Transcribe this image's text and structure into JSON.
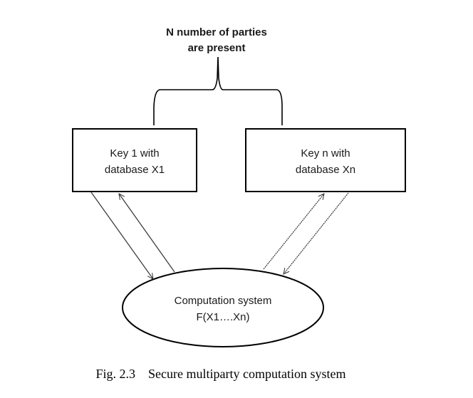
{
  "figure": {
    "header_label": {
      "line1": "N number of parties",
      "line2": "are present"
    },
    "nodes": {
      "party_first": {
        "line1": "Key 1 with",
        "line2": "database X1"
      },
      "party_last": {
        "line1": "Key n with",
        "line2": "database Xn"
      },
      "computation": {
        "line1": "Computation system",
        "line2": "F(X1….Xn)"
      }
    },
    "edges": [
      {
        "from": "party_first",
        "to": "computation",
        "label": ""
      },
      {
        "from": "computation",
        "to": "party_first",
        "label": ""
      },
      {
        "from": "computation",
        "to": "party_last",
        "label": ""
      },
      {
        "from": "party_last",
        "to": "computation",
        "label": ""
      }
    ],
    "caption": "Fig. 2.3    Secure multiparty computation system",
    "colors": {
      "stroke": "#000000",
      "arrow": "#333333",
      "text": "#1a1a1a",
      "background": "#ffffff"
    }
  }
}
